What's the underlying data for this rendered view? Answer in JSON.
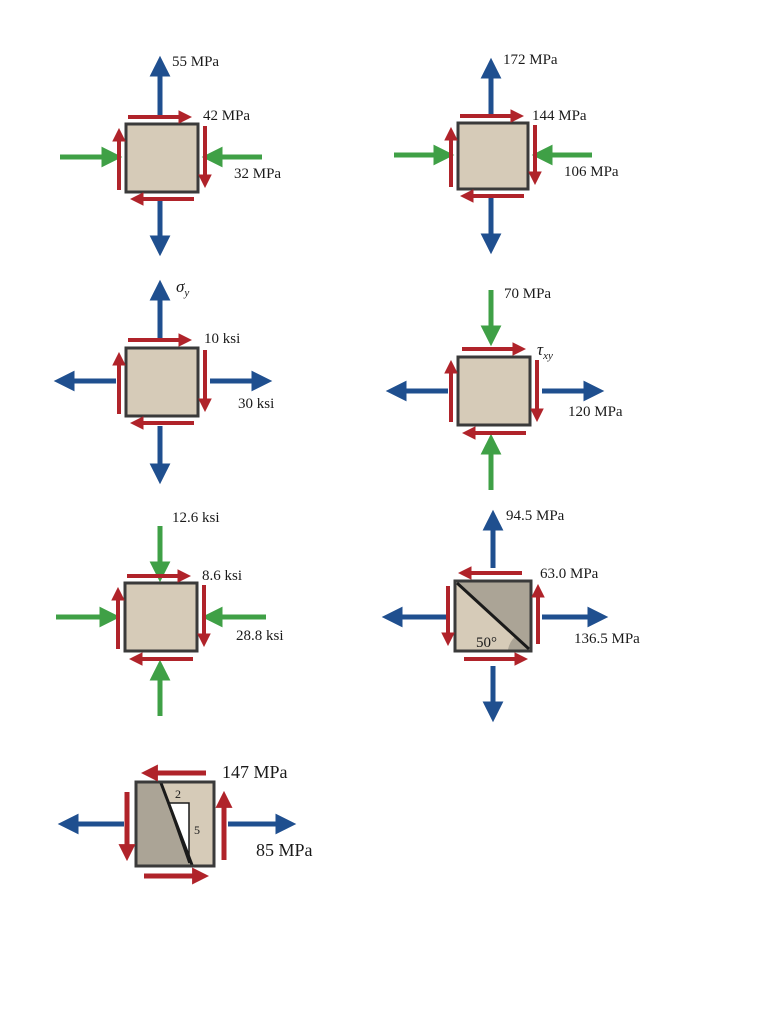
{
  "colors": {
    "tension_arrow": "#1f4f8f",
    "compression_arrow": "#3fa046",
    "shear_arrow": "#b0232a",
    "element_fill": "#d6cbb8",
    "element_border": "#3a3a3a",
    "wedge_fill": "#aba496"
  },
  "elements": [
    {
      "id": "A",
      "labels": {
        "sigma_y": "55 MPa",
        "tau_xy": "42 MPa",
        "sigma_x": "32 MPa"
      },
      "sigma_x_type": "compression",
      "sigma_y_type": "tension",
      "shear_direction": "positive"
    },
    {
      "id": "B",
      "labels": {
        "sigma_y": "172 MPa",
        "tau_xy": "144 MPa",
        "sigma_x": "106 MPa"
      },
      "sigma_x_type": "compression",
      "sigma_y_type": "tension",
      "shear_direction": "positive"
    },
    {
      "id": "C",
      "labels": {
        "sigma_y_symbol": "σ",
        "sigma_y_sub": "y",
        "tau_xy": "10 ksi",
        "sigma_x": "30 ksi"
      },
      "sigma_x_type": "tension",
      "sigma_y_type": "tension",
      "shear_direction": "positive"
    },
    {
      "id": "D",
      "labels": {
        "sigma_y": "70 MPa",
        "tau_xy_symbol": "τ",
        "tau_xy_sub": "xy",
        "sigma_x": "120 MPa"
      },
      "sigma_x_type": "tension",
      "sigma_y_type": "compression",
      "shear_direction": "positive"
    },
    {
      "id": "E",
      "labels": {
        "sigma_y": "12.6 ksi",
        "tau_xy": "8.6 ksi",
        "sigma_x": "28.8 ksi"
      },
      "sigma_x_type": "compression",
      "sigma_y_type": "compression",
      "shear_direction": "positive"
    },
    {
      "id": "F",
      "labels": {
        "sigma_y": "94.5 MPa",
        "tau_xy": "63.0 MPa",
        "sigma_x": "136.5 MPa",
        "angle": "50°"
      },
      "sigma_x_type": "tension",
      "sigma_y_type": "tension",
      "shear_direction": "negative"
    },
    {
      "id": "G",
      "labels": {
        "tau_xy": "147 MPa",
        "sigma_x": "85 MPa",
        "slope_run": "2",
        "slope_rise": "5"
      },
      "sigma_x_type": "tension",
      "shear_direction": "negative"
    }
  ]
}
